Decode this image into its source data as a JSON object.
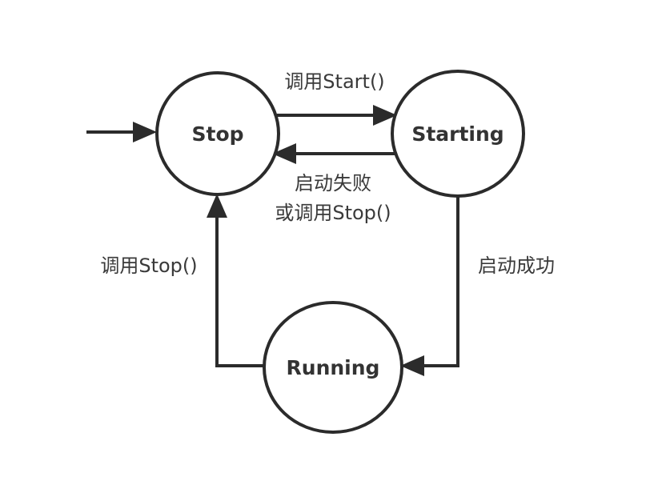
{
  "diagram": {
    "type": "state-machine",
    "colors": {
      "stroke": "#2b2b2b",
      "text": "#333333",
      "background": "#ffffff"
    },
    "states": [
      {
        "id": "stop",
        "label": "Stop",
        "initial": true
      },
      {
        "id": "starting",
        "label": "Starting"
      },
      {
        "id": "running",
        "label": "Running"
      }
    ],
    "transitions": [
      {
        "id": "t1",
        "from": "stop",
        "to": "starting",
        "label": "调用Start()"
      },
      {
        "id": "t2",
        "from": "starting",
        "to": "stop",
        "label_lines": [
          "启动失败",
          "或调用Stop()"
        ]
      },
      {
        "id": "t3",
        "from": "starting",
        "to": "running",
        "label": "启动成功"
      },
      {
        "id": "t4",
        "from": "running",
        "to": "stop",
        "label": "调用Stop()"
      }
    ]
  }
}
